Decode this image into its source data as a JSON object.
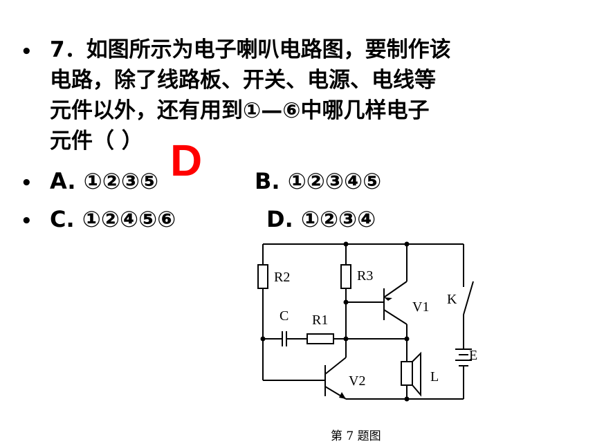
{
  "question": {
    "lines": [
      "7．如图所示为电子喇叭电路图，要制作该",
      "电路，除了线路板、开关、电源、电线等",
      "元件以外，还有用到①—⑥中哪几样电子",
      "元件（  ）"
    ]
  },
  "options": {
    "A": "A. ①②③⑤",
    "B": "B. ①②③④⑤",
    "C": "C. ①②④⑤⑥",
    "D": "D. ①②③④"
  },
  "answer": "D",
  "accent_color": "#ff0000",
  "circuit": {
    "labels": {
      "R2": "R2",
      "R3": "R3",
      "R1": "R1",
      "C": "C",
      "V1": "V1",
      "V2": "V2",
      "K": "K",
      "E": "E",
      "L": "L"
    },
    "caption": "第 7 题图"
  }
}
